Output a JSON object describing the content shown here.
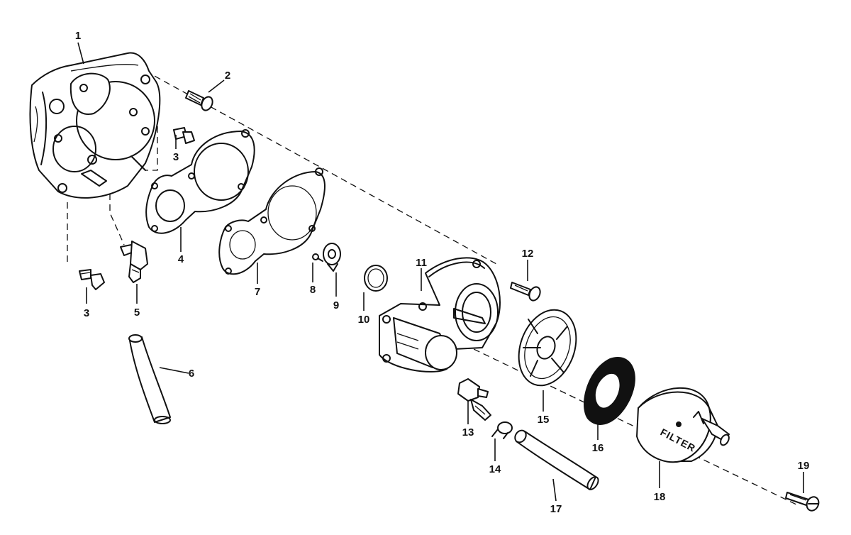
{
  "callouts": [
    "1",
    "2",
    "3",
    "3",
    "4",
    "5",
    "6",
    "7",
    "8",
    "9",
    "10",
    "11",
    "12",
    "13",
    "14",
    "15",
    "16",
    "17",
    "18",
    "19"
  ],
  "filter_text": "FILTER",
  "colors": {
    "ink": "#111111",
    "paper": "#ffffff"
  }
}
